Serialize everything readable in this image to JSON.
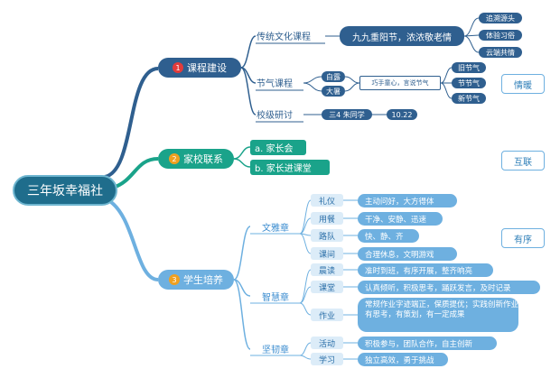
{
  "root": "三年坂幸福社",
  "branch1": {
    "num": "1",
    "title": "课程建设",
    "traditional": {
      "label": "传统文化课程",
      "theme": "九九重阳节，浓浓敬老情",
      "items": [
        "追溯源头",
        "体验习俗",
        "云端共情"
      ]
    },
    "solar": {
      "label": "节气课程",
      "grades": [
        "白露",
        "大暑"
      ],
      "theme": "巧手童心，言说节气",
      "items": [
        "旧节气",
        "节节气",
        "新节气"
      ]
    },
    "research": {
      "label": "校级研讨",
      "teacher": "三4  朱同学",
      "date": "10.22"
    },
    "tag": "情暖"
  },
  "branch2": {
    "num": "2",
    "title": "家校联系",
    "items": [
      "a. 家长会",
      "b. 家长进课堂"
    ],
    "tag": "互联"
  },
  "branch3": {
    "num": "3",
    "title": "学生培养",
    "tag": "有序",
    "groups": [
      {
        "label": "文雅章",
        "items": [
          {
            "key": "礼仪",
            "value": "主动问好，大方得体"
          },
          {
            "key": "用餐",
            "value": "干净、安静、迅速"
          },
          {
            "key": "路队",
            "value": "快、静、齐"
          },
          {
            "key": "课间",
            "value": "合理休息，文明游戏"
          }
        ]
      },
      {
        "label": "智慧章",
        "items": [
          {
            "key": "晨读",
            "value": "准时到班，有序开展，整齐响亮"
          },
          {
            "key": "课堂",
            "value": "认真倾听，积极思考，踊跃发言，及时记录"
          },
          {
            "key": "作业",
            "value": "常规作业字迹端正，保质提优；实践创新作业有思考，有策划，有一定成果"
          }
        ]
      },
      {
        "label": "坚韧章",
        "items": [
          {
            "key": "活动",
            "value": "积极参与，团队合作，自主创新"
          },
          {
            "key": "学习",
            "value": "独立高效，勇于挑战"
          }
        ]
      }
    ]
  },
  "colors": {
    "root": "#1f6d8c",
    "branch1": "#2f5f8f",
    "branch2": "#1aa38a",
    "branch3": "#6eb0e0",
    "badge1": "#e23b3b",
    "badge2": "#f0a020",
    "badge3": "#f0a020"
  }
}
